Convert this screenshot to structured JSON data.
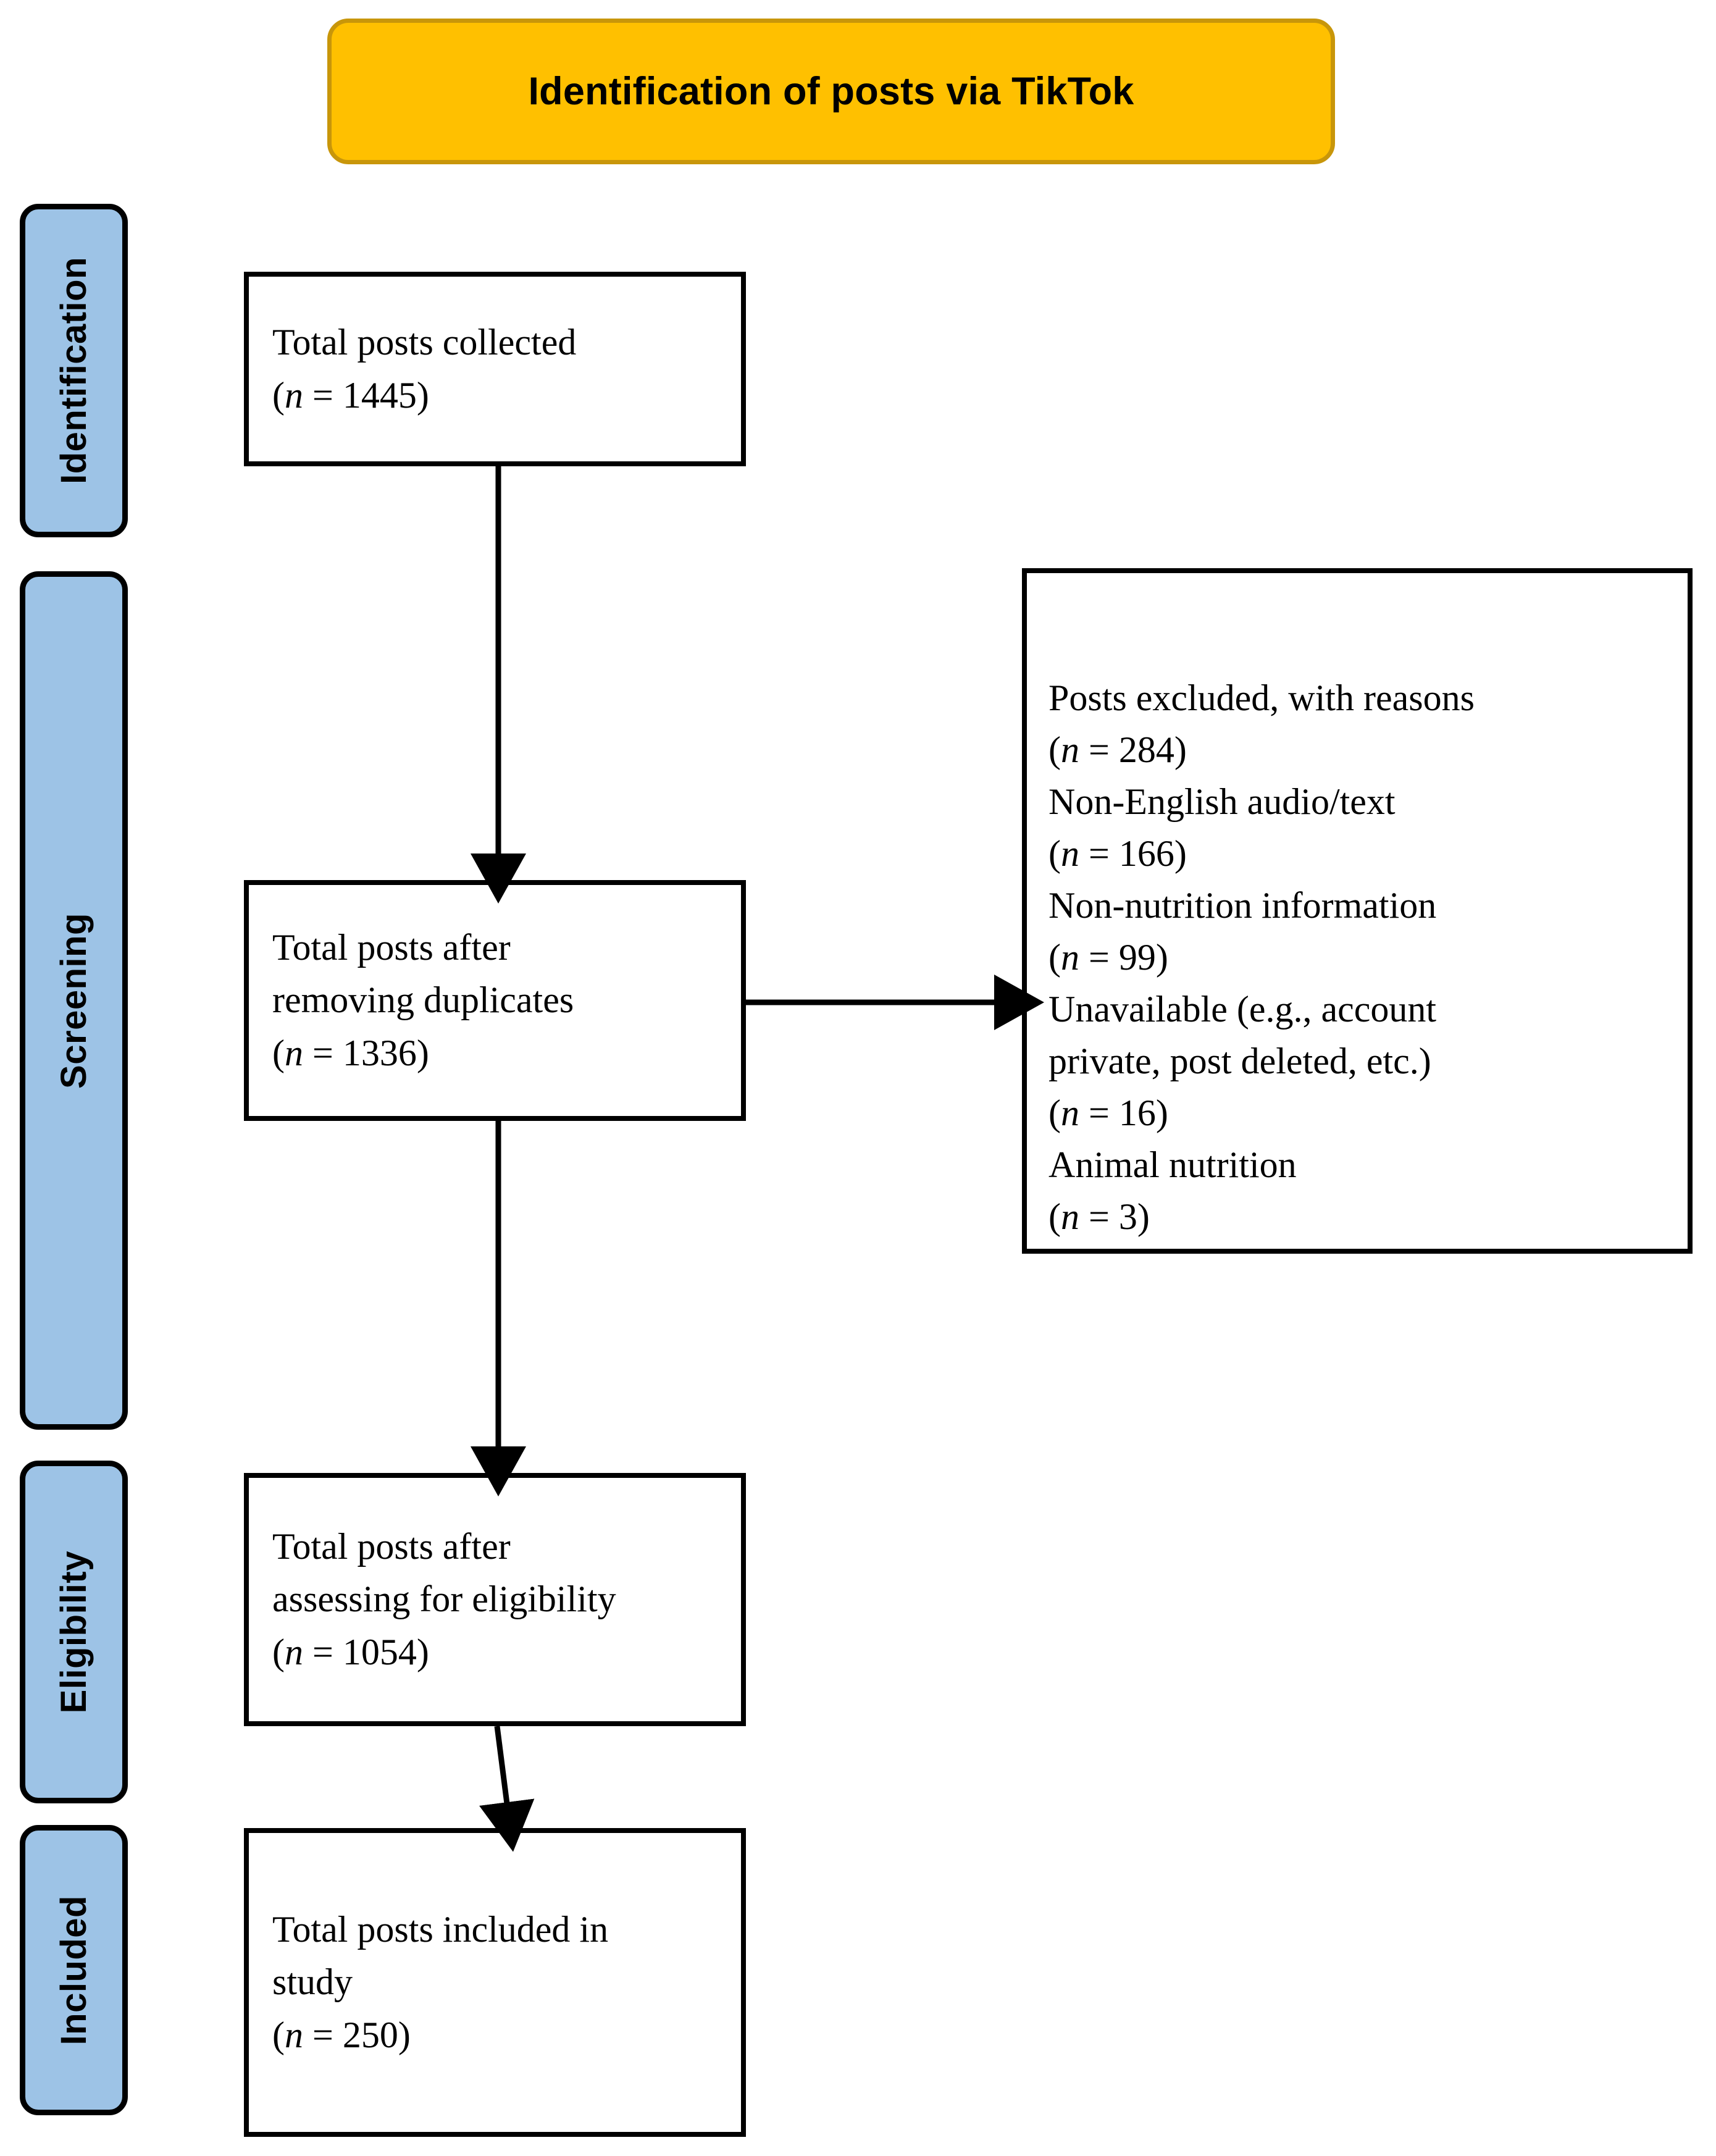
{
  "header": {
    "title": "Identification of posts via TikTok",
    "fill_color": "#FFC000",
    "border_color": "#C8960A"
  },
  "stages": [
    {
      "label": "Identification"
    },
    {
      "label": "Screening"
    },
    {
      "label": "Eligibility"
    },
    {
      "label": "Included"
    }
  ],
  "stage_bar_color": "#9DC3E6",
  "boxes": {
    "collected": {
      "line1": "Total posts collected",
      "n_open": "(",
      "n_symbol": "n",
      "n_eq": " = 1445)"
    },
    "duplicates": {
      "line1": "Total posts after",
      "line2": "removing duplicates",
      "n_open": "(",
      "n_symbol": "n",
      "n_eq": " = 1336)"
    },
    "eligibility": {
      "line1": "Total posts after",
      "line2": "assessing for eligibility",
      "n_open": "(",
      "n_symbol": "n",
      "n_eq": " = 1054)"
    },
    "included": {
      "line1": "Total posts included in",
      "line2": "study",
      "n_open": "(",
      "n_symbol": "n",
      "n_eq": " = 250)"
    },
    "excluded": {
      "heading": "Posts excluded, with reasons",
      "heading_n_open": "(",
      "heading_n_symbol": "n",
      "heading_n_eq": " = 284)",
      "reasons": [
        {
          "text": "Non-English audio/text",
          "n_open": "(",
          "n_symbol": "n",
          "n_eq": " = 166)"
        },
        {
          "text": "Non-nutrition information",
          "n_open": "(",
          "n_symbol": "n",
          "n_eq": " = 99)"
        },
        {
          "text_line1": "Unavailable (e.g., account",
          "text_line2": "private, post deleted, etc.)",
          "n_open": "(",
          "n_symbol": "n",
          "n_eq": " = 16)"
        },
        {
          "text": "Animal nutrition",
          "n_open": "(",
          "n_symbol": "n",
          "n_eq": " = 3)"
        }
      ]
    }
  },
  "chart_data": {
    "type": "diagram",
    "title": "Identification of posts via TikTok",
    "diagram_kind": "PRISMA flow diagram",
    "stages": [
      "Identification",
      "Screening",
      "Eligibility",
      "Included"
    ],
    "nodes": [
      {
        "id": "collected",
        "stage": "Identification",
        "label": "Total posts collected",
        "n": 1445
      },
      {
        "id": "duplicates",
        "stage": "Screening",
        "label": "Total posts after removing duplicates",
        "n": 1336
      },
      {
        "id": "excluded",
        "stage": "Screening",
        "label": "Posts excluded, with reasons",
        "n": 284
      },
      {
        "id": "eligibility",
        "stage": "Eligibility",
        "label": "Total posts after assessing for eligibility",
        "n": 1054
      },
      {
        "id": "included",
        "stage": "Included",
        "label": "Total posts included in study",
        "n": 250
      }
    ],
    "exclusion_reasons": [
      {
        "reason": "Non-English audio/text",
        "n": 166
      },
      {
        "reason": "Non-nutrition information",
        "n": 99
      },
      {
        "reason": "Unavailable (e.g., account private, post deleted, etc.)",
        "n": 16
      },
      {
        "reason": "Animal nutrition",
        "n": 3
      }
    ],
    "edges": [
      {
        "from": "collected",
        "to": "duplicates",
        "direction": "down"
      },
      {
        "from": "duplicates",
        "to": "excluded",
        "direction": "right"
      },
      {
        "from": "duplicates",
        "to": "eligibility",
        "direction": "down"
      },
      {
        "from": "eligibility",
        "to": "included",
        "direction": "down"
      }
    ]
  }
}
